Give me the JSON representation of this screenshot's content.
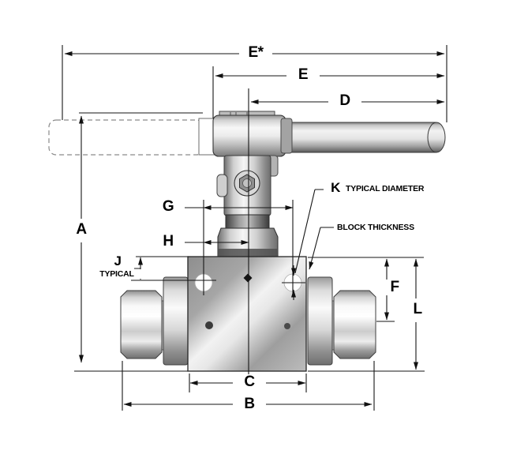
{
  "drawing": {
    "background": "#ffffff",
    "line_color": "#161616",
    "text_color": "#000000",
    "dimensions": {
      "e_star": "E*",
      "e": "E",
      "d": "D",
      "a": "A",
      "g": "G",
      "h": "H",
      "j": "J",
      "k": "K",
      "f": "F",
      "l": "L",
      "c": "C",
      "b": "B"
    },
    "notes": {
      "j_note": "TYPICAL",
      "k_note": "TYPICAL DIAMETER",
      "block_thickness": "BLOCK THICKNESS"
    },
    "metal_colors": {
      "light": "#f7f7f7",
      "mid": "#c4c4c4",
      "dark": "#6e6e6e"
    }
  }
}
